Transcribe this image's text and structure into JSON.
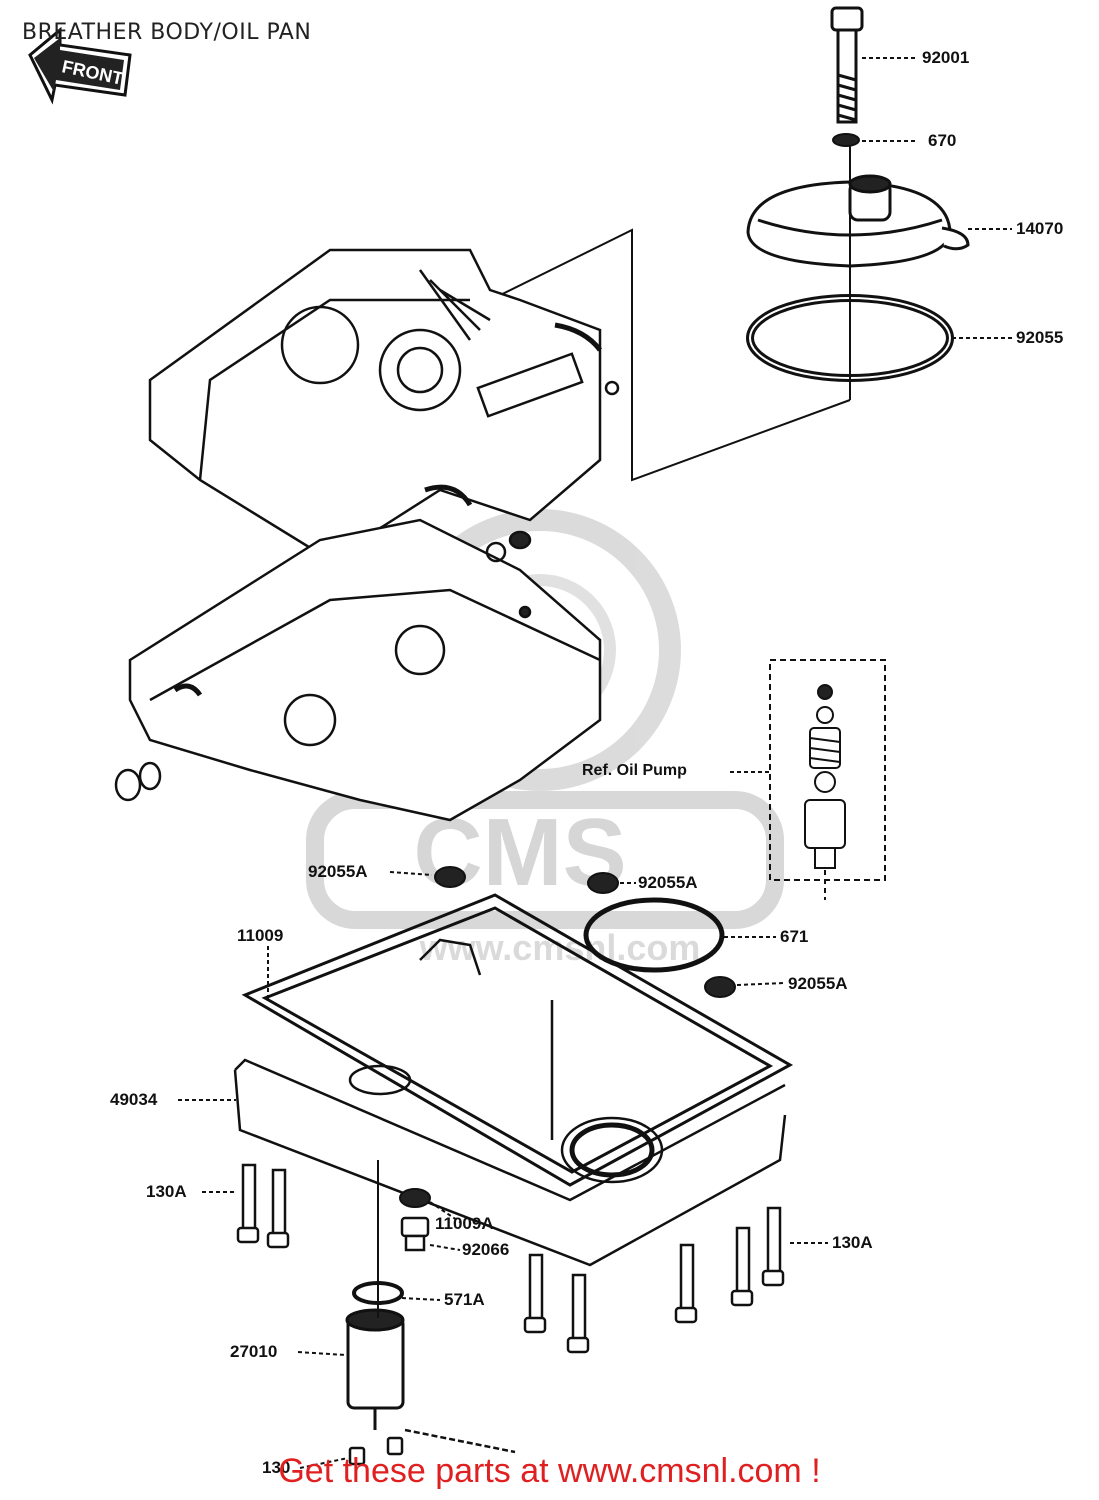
{
  "diagram": {
    "title": "BREATHER BODY/OIL PAN",
    "front_arrow_text": "FRONT",
    "watermark_logo_text": "CMS",
    "watermark_url_text": "www.cmsnl.com",
    "part_labels": {
      "p92001": "92001",
      "p670": "670",
      "p14070": "14070",
      "p92055": "92055",
      "ref_oil_pump": "Ref. Oil Pump",
      "p92055A_left": "92055A",
      "p92055A_mid": "92055A",
      "p92055A_right": "92055A",
      "p671": "671",
      "p11009": "11009",
      "p49034": "49034",
      "p130A_left": "130A",
      "p130A_right": "130A",
      "p11009A": "11009A",
      "p92066": "92066",
      "p571A": "571A",
      "p27010": "27010",
      "p130": "130"
    }
  },
  "footer": {
    "promo_text": "Get these parts at www.cmsnl.com !"
  },
  "colors": {
    "line": "#111111",
    "footer_text": "#e02020",
    "watermark": "#cfcfcf"
  }
}
